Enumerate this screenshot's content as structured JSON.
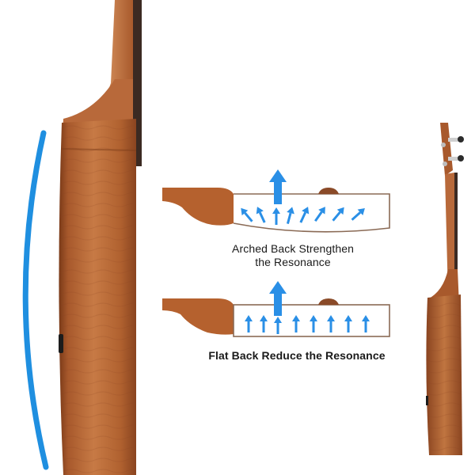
{
  "captions": {
    "arched_line1": "Arched Back Strengthen",
    "arched_line2": "the Resonance",
    "flat": "Flat Back Reduce the Resonance"
  },
  "colors": {
    "wood_light": "#c77a45",
    "wood_mid": "#a8592c",
    "wood_dark": "#7d3d1a",
    "fretboard": "#3b2a22",
    "arc_blue": "#1f8fe0",
    "arrow_blue": "#2a8fe6",
    "outline": "#8a6a55"
  },
  "icons": {
    "big_arrow": "arrow-up-icon",
    "small_arrow": "arrow-up-icon",
    "tuner": "tuning-peg-icon"
  }
}
